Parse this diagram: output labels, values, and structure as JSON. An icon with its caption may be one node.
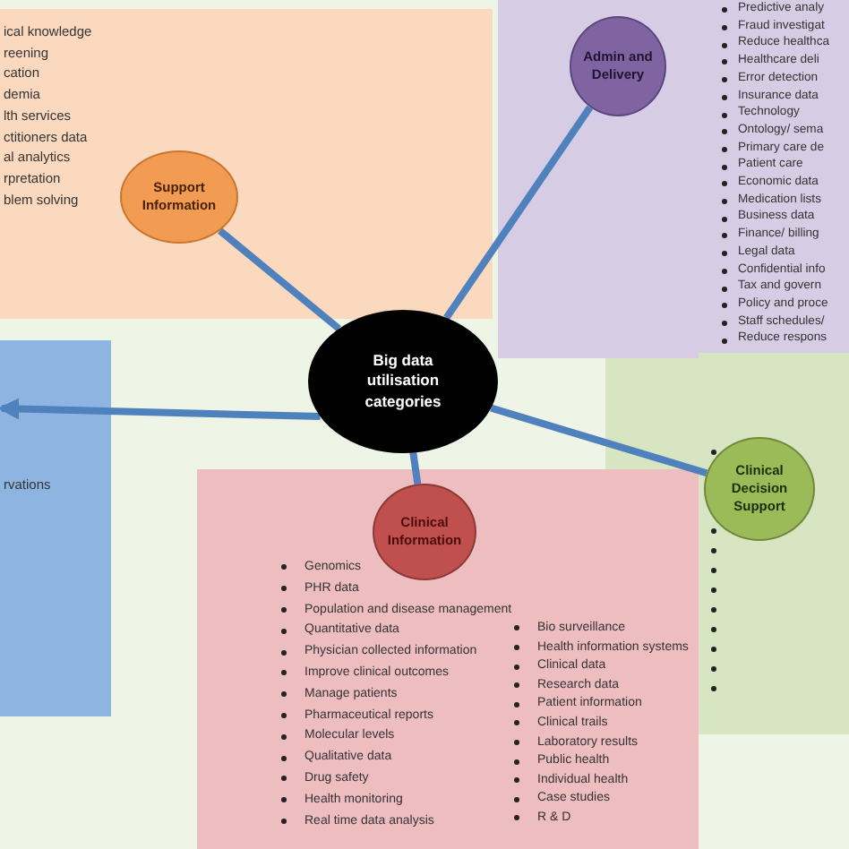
{
  "diagram": {
    "nodes": [
      {
        "text": [
          "ical knowledge",
          "reening",
          "cation",
          "demia",
          "lth services",
          "ctitioners data",
          "al analytics",
          "rpretation",
          "blem solving"
        ]
      },
      {
        "text": [
          "Support Information"
        ],
        "in": 0
      },
      {
        "text": [
          "Predictive analy",
          "Fraud investigat",
          "Reduce healthca",
          "Healthcare deli",
          "Error detection",
          "Insurance data",
          "Technology",
          "Ontology/ sema",
          "Primary care de",
          "Patient care",
          "Economic data",
          "Medication lists",
          "Business data",
          "Finance/ billing",
          "Legal data",
          "Confidential info",
          "Tax and govern",
          "Policy and proce",
          "Staff schedules/",
          "Reduce respons"
        ]
      },
      {
        "text": [
          "Admin and Delivery"
        ],
        "in": 2
      },
      {
        "text": [
          "rvations"
        ]
      },
      {
        "text": [
          "Big data utilisation categories"
        ]
      },
      {
        "text": [],
        "shape": "box"
      },
      {
        "text": [
          "Clinical Decision Support"
        ],
        "in": 6
      },
      {
        "text": [
          "Genomics",
          "PHR data",
          "Population and disease management",
          "Quantitative data",
          "Physician collected information",
          "Improve clinical outcomes",
          "Manage patients",
          "Pharmaceutical reports",
          "Molecular levels",
          "Qualitative data",
          "Drug safety",
          "Health monitoring",
          "Real time data analysis",
          "Bio surveillance",
          "Health information systems",
          "Clinical data",
          "Research data",
          "Patient information",
          "Clinical trails",
          "Laboratory results",
          "Public health",
          "Individual health",
          "Case studies",
          "R & D"
        ]
      },
      {
        "text": [
          "Clinical Information"
        ],
        "in": 8
      }
    ],
    "edges": [
      {
        "from": 5,
        "to": 1,
        "arrow": "none"
      },
      {
        "from": 5,
        "to": 3,
        "arrow": "none"
      },
      {
        "from": 5,
        "to": 7,
        "arrow": "none"
      },
      {
        "from": 5,
        "to": 9,
        "arrow": "none"
      },
      {
        "from": 5,
        "to": 4,
        "arrow": "to"
      }
    ]
  }
}
